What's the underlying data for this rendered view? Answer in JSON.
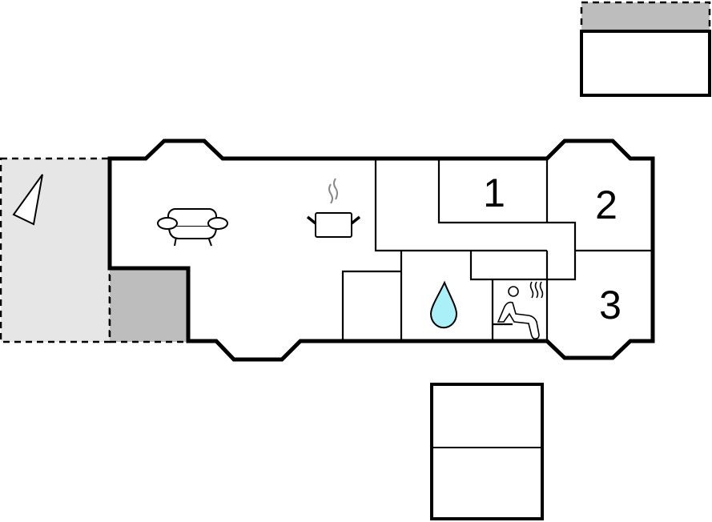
{
  "rooms": {
    "bedroom_1": {
      "label": "1"
    },
    "bedroom_2": {
      "label": "2"
    },
    "bedroom_3": {
      "label": "3"
    }
  },
  "icons": [
    "sofa-icon",
    "cooking-pot-icon",
    "water-drop-icon",
    "sauna-icon",
    "compass-arrow-icon"
  ],
  "colors": {
    "wall": "#000000",
    "terrace": "#e6e6e6",
    "covered_terrace": "#bdbdbd",
    "water": "#aaf0f8",
    "steam": "#888888"
  }
}
